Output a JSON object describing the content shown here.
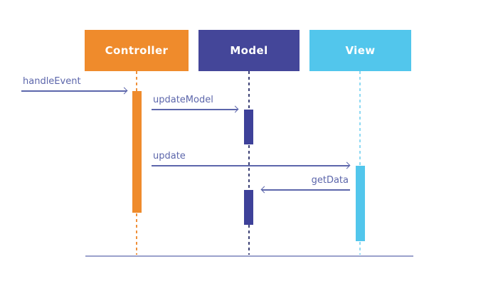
{
  "participants": [
    {
      "name": "Controller",
      "color": "#EF8B2C"
    },
    {
      "name": "Model",
      "color": "#444699"
    },
    {
      "name": "View",
      "color": "#52C6EC"
    }
  ],
  "messages": [
    {
      "label": "handleEvent",
      "from": "external",
      "to": "Controller",
      "direction": "right"
    },
    {
      "label": "updateModel",
      "from": "Controller",
      "to": "Model",
      "direction": "right"
    },
    {
      "label": "update",
      "from": "Controller",
      "to": "View",
      "direction": "right"
    },
    {
      "label": "getData",
      "from": "View",
      "to": "Model",
      "direction": "left"
    }
  ],
  "colors": {
    "message_arrow": "#5C66AB",
    "model_activation": "#3E4199",
    "controller_lifeline": "#F0913B",
    "model_lifeline": "#3D4276",
    "view_lifeline": "#8ED9F3",
    "baseline": "#9AA1CC",
    "background": "#FFFFFF"
  }
}
